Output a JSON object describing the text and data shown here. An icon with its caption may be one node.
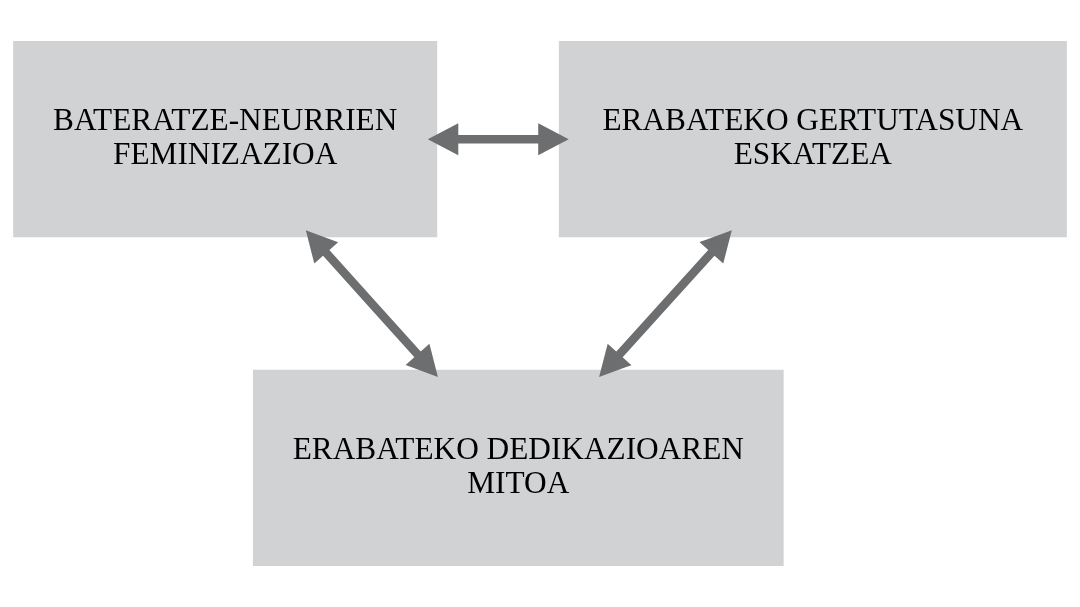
{
  "diagram": {
    "nodes": [
      {
        "text": [
          "BATERATZE-NEURRIEN FEMINIZAZIOA"
        ]
      },
      {
        "text": [
          "ERABATEKO GERTUTASUNA ESKATZEA"
        ]
      },
      {
        "text": [
          "ERABATEKO DEDIKAZIOAREN MITOA"
        ]
      }
    ],
    "edges": [
      {
        "from": 0,
        "to": 1,
        "arrow": "both"
      },
      {
        "from": 0,
        "to": 2,
        "arrow": "both"
      },
      {
        "from": 1,
        "to": 2,
        "arrow": "both"
      }
    ]
  }
}
